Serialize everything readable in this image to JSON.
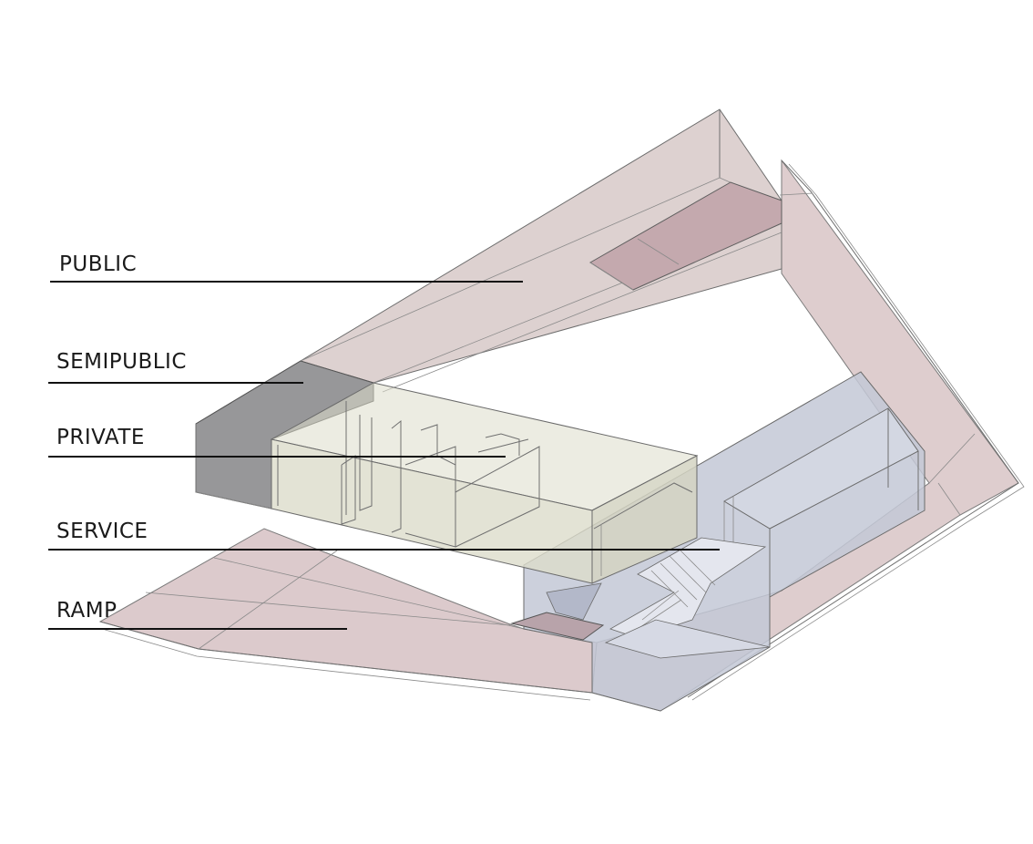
{
  "zones": [
    {
      "id": "public",
      "label": "PUBLIC",
      "color": "#d9cccb"
    },
    {
      "id": "semipublic",
      "label": "SEMIPUBLIC",
      "color": "#7d7d7f"
    },
    {
      "id": "private",
      "label": "PRIVATE",
      "color": "#dcdcca"
    },
    {
      "id": "service",
      "label": "SERVICE",
      "color": "#c3c8d6"
    },
    {
      "id": "ramp",
      "label": "RAMP",
      "color": "#d8c4c6"
    }
  ]
}
